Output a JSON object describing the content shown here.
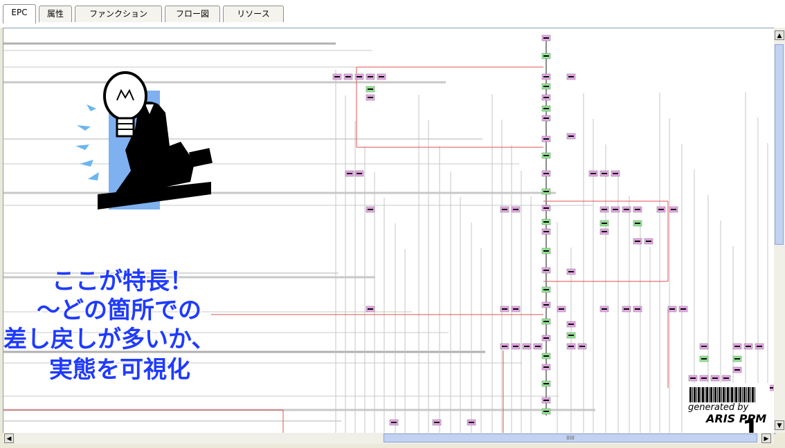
{
  "tabs": [
    {
      "label": "EPC",
      "active": true
    },
    {
      "label": "属性",
      "active": false
    },
    {
      "label": "ファンクション",
      "active": false
    },
    {
      "label": "フロー図",
      "active": false
    },
    {
      "label": "リソース",
      "active": false
    }
  ],
  "callout": {
    "line1": "ここが特長！",
    "line2": "～どの箇所での",
    "line3": "差し戻しが多いか、",
    "line4": "実態を可視化"
  },
  "badge": {
    "generated_by": "generated by",
    "product": "ARIS PPM"
  },
  "page_number": "1",
  "colors": {
    "callout_text": "#1f3bff",
    "event_node": "#e8a6e8",
    "function_node": "#8ee88e",
    "rework_line": "#e05050",
    "scroll_thumb": "#c2d2f0"
  },
  "icons": {
    "scroll_up": "triangle-up",
    "scroll_down": "triangle-down",
    "scroll_left": "triangle-left",
    "scroll_right": "triangle-right"
  }
}
